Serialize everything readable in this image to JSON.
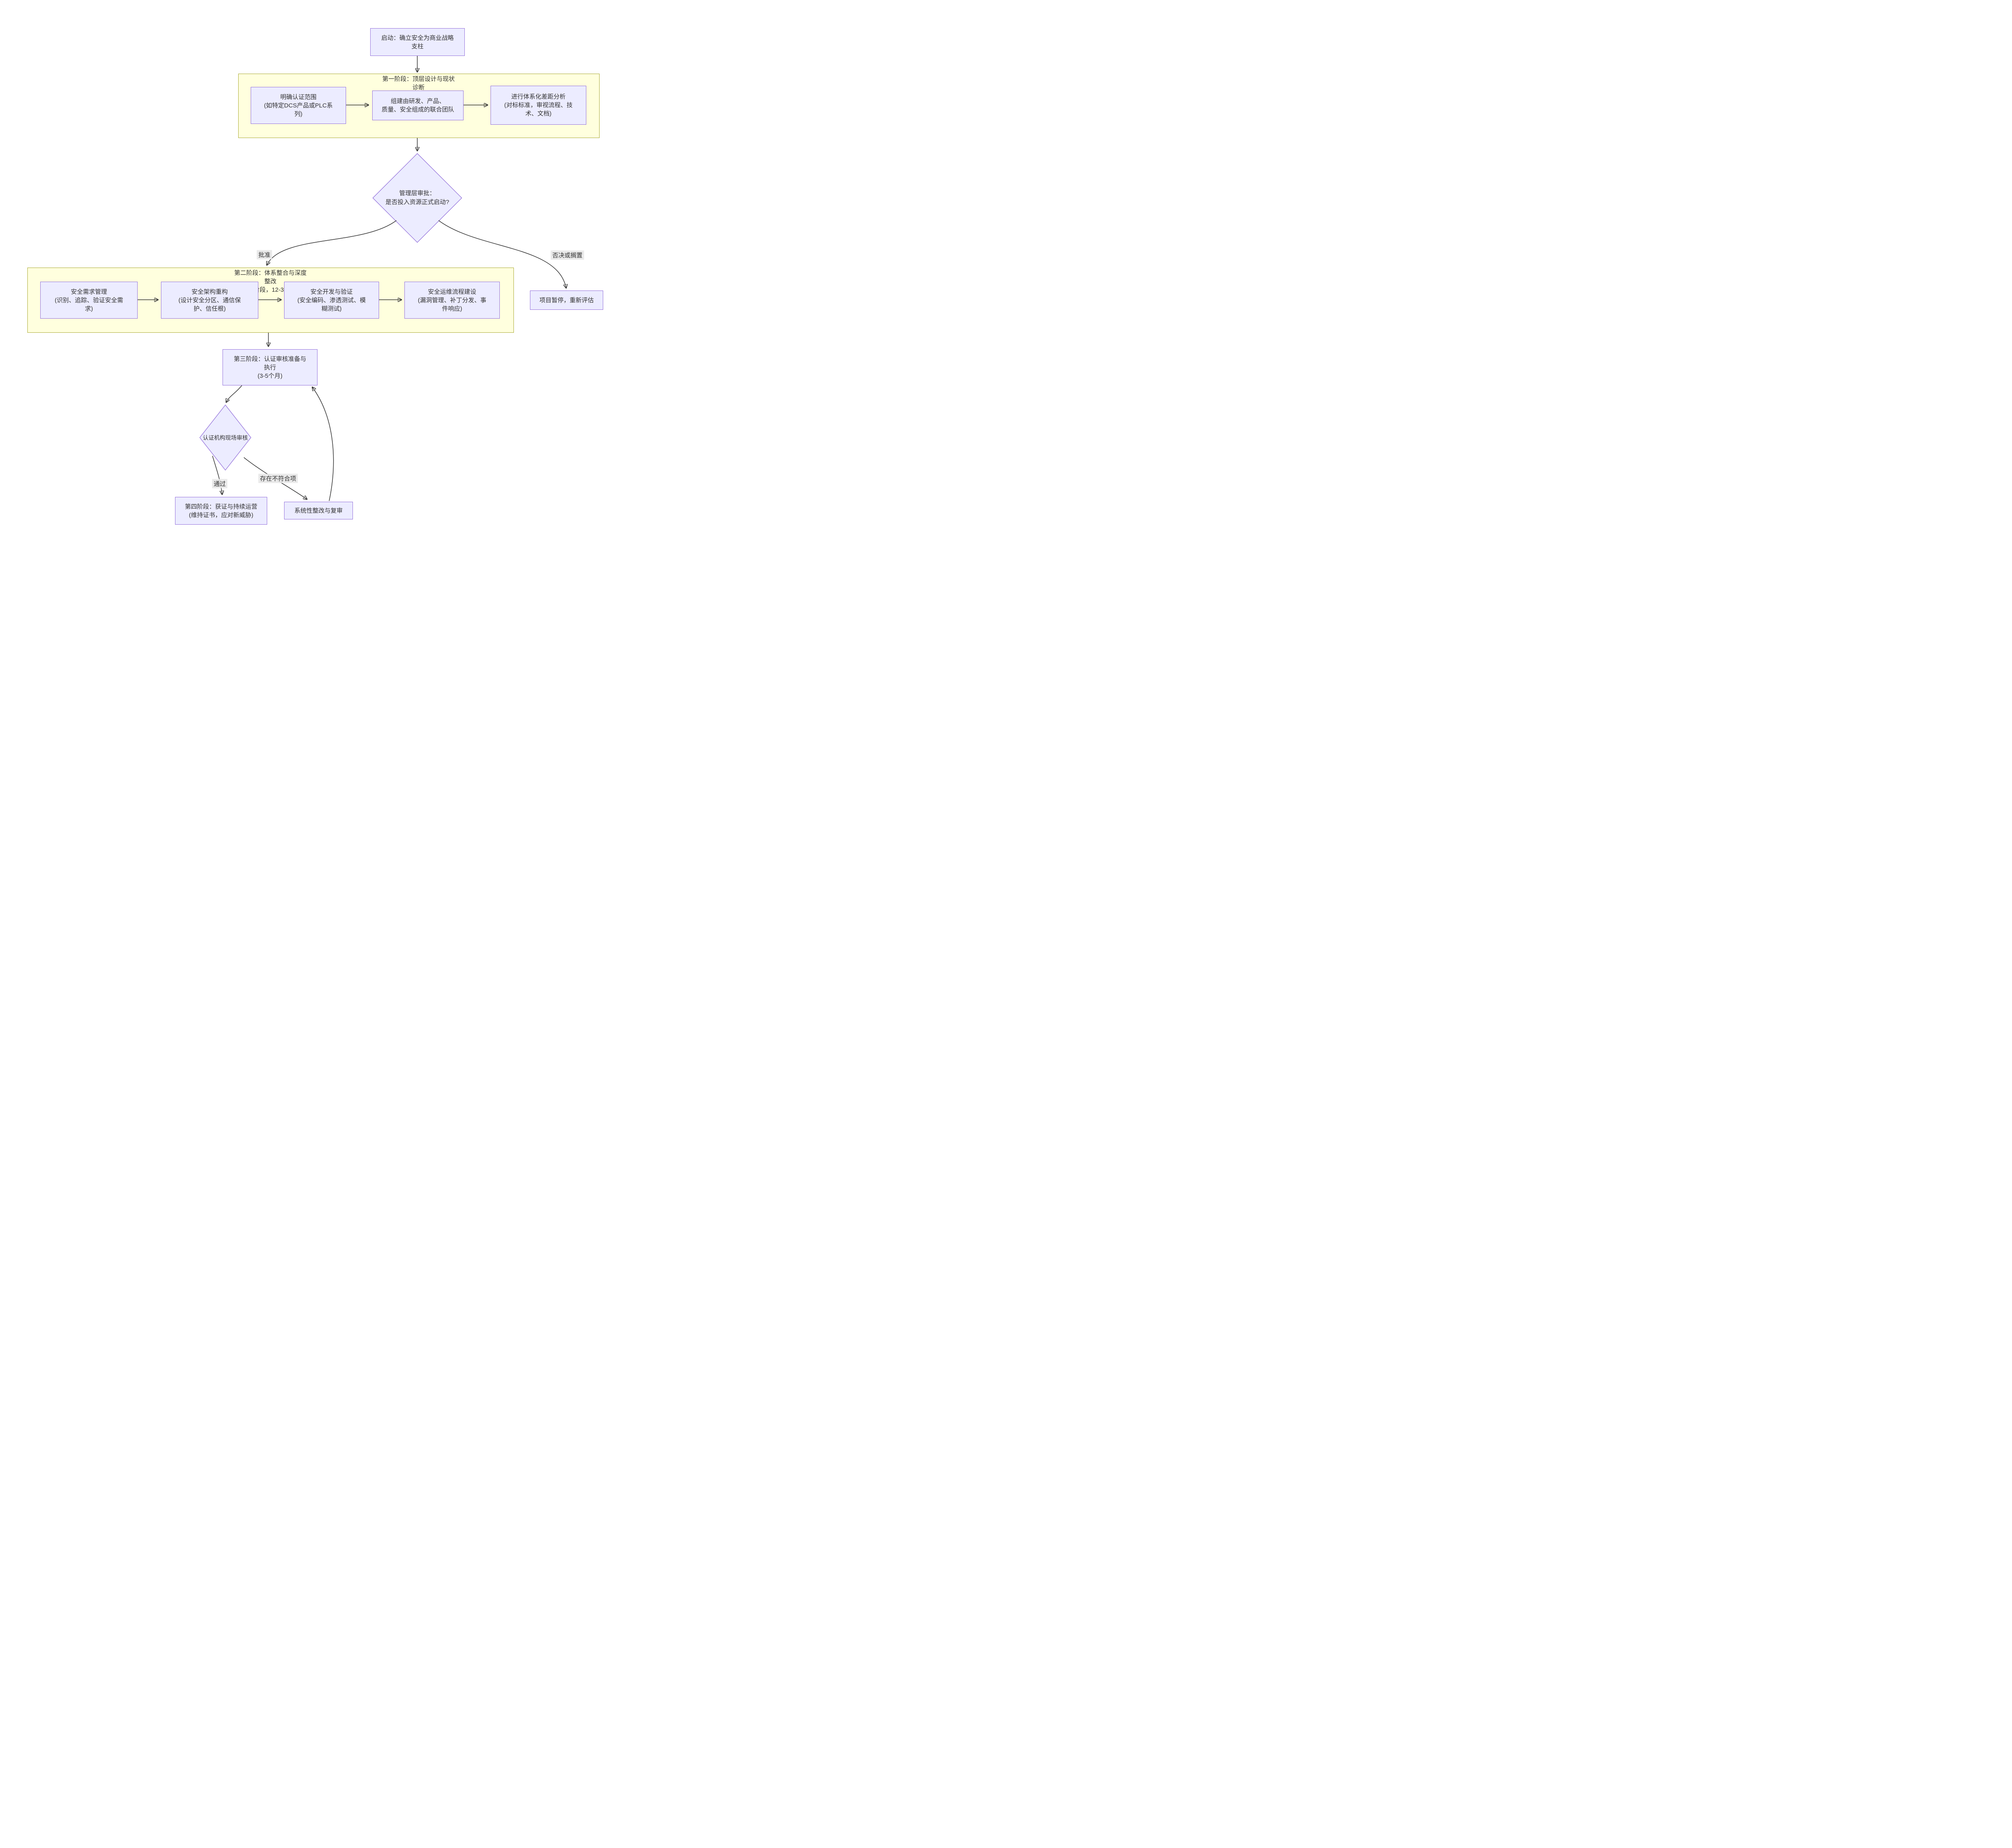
{
  "colors": {
    "node_fill": "#ECECFF",
    "node_border": "#9370DB",
    "cluster_fill": "#FFFFDE",
    "cluster_border": "#AAAA33",
    "edge": "#333333",
    "edge_label_bg": "#E8E8E8",
    "text": "#333333",
    "background": "#FFFFFF"
  },
  "nodes": {
    "start": {
      "label": "启动：确立安全为商业战略\n支柱"
    },
    "scope": {
      "label": "明确认证范围\n(如特定DCS产品或PLC系\n列)"
    },
    "team": {
      "label": "组建由研发、产品、\n质量、安全组成的联合团队"
    },
    "gap": {
      "label": "进行体系化差距分析\n(对标标准，审视流程、技\n术、文档)"
    },
    "decision_approval": {
      "label": "管理层审批：\n是否投入资源正式启动?"
    },
    "req": {
      "label": "安全需求管理\n(识别、追踪、验证安全需\n求)"
    },
    "arch": {
      "label": "安全架构重构\n(设计安全分区、通信保\n护、信任根)"
    },
    "dev": {
      "label": "安全开发与验证\n(安全编码、渗透测试、模\n糊测试)"
    },
    "ops": {
      "label": "安全运维流程建设\n(漏洞管理、补丁分发、事\n件响应)"
    },
    "halt": {
      "label": "项目暂停，重新评估"
    },
    "phase3": {
      "label": "第三阶段：认证审核准备与\n执行\n(3-5个月)"
    },
    "decision_audit": {
      "label": "认证机构现场审核"
    },
    "phase4": {
      "label": "第四阶段：获证与持续运营\n(维持证书，应对新威胁)"
    },
    "rework": {
      "label": "系统性整改与复审"
    }
  },
  "clusters": {
    "phase1": {
      "title": "第一阶段：顶层设计与现状\n诊断"
    },
    "phase2": {
      "title": "第二阶段：体系整合与深度\n整改\n(核心阶段，12-36个月)"
    }
  },
  "edge_labels": {
    "approve": "批准",
    "reject": "否决或搁置",
    "pass": "通过",
    "nonconformity": "存在不符合项"
  }
}
